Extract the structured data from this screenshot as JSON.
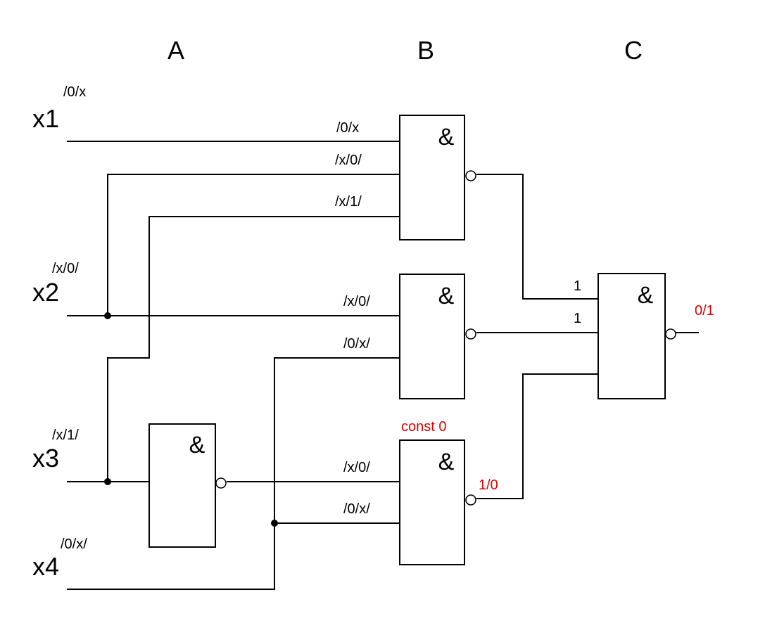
{
  "columns": {
    "a": "A",
    "b": "B",
    "c": "C"
  },
  "inputs": {
    "x1": {
      "name": "x1",
      "test": "/0/x"
    },
    "x2": {
      "name": "x2",
      "test": "/x/0/"
    },
    "x3": {
      "name": "x3",
      "test": "/x/1/"
    },
    "x4": {
      "name": "x4",
      "test": "/0/x/"
    }
  },
  "gate_symbol": "&",
  "gate_b1": {
    "in1": "/0/x",
    "in2": "/x/0/",
    "in3": "/x/1/"
  },
  "gate_b2": {
    "in1": "/x/0/",
    "in2": "/0/x/"
  },
  "gate_b3": {
    "fault": "const 0",
    "in1": "/x/0/",
    "in2": "/0/x/",
    "out": "1/0"
  },
  "gate_c": {
    "in1": "1",
    "in2": "1",
    "out": "0/1"
  },
  "colors": {
    "highlight": "#e00000",
    "line": "#000000"
  }
}
